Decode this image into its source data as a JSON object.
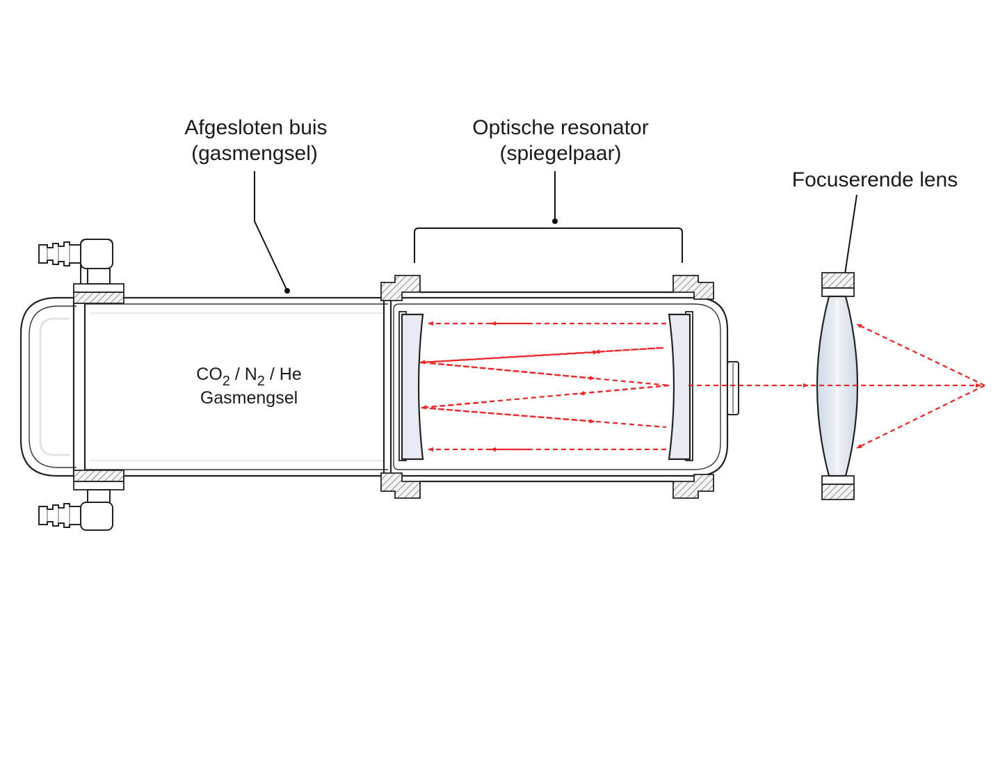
{
  "labels": {
    "tube_line1": "Afgesloten buis",
    "tube_line2": "(gasmengsel)",
    "resonator_line1": "Optische resonator",
    "resonator_line2": "(spiegelpaar)",
    "lens": "Focuserende lens"
  },
  "gas_mix": {
    "co": "CO",
    "sub1": "2",
    "n": " / N",
    "sub2": "2",
    "he": " / He",
    "line2": "Gasmengsel"
  },
  "colors": {
    "beam": "#e8282a",
    "outline": "#222222",
    "lens_fill": "#dfe6f0",
    "mirror_fill": "#e8ecf2"
  }
}
